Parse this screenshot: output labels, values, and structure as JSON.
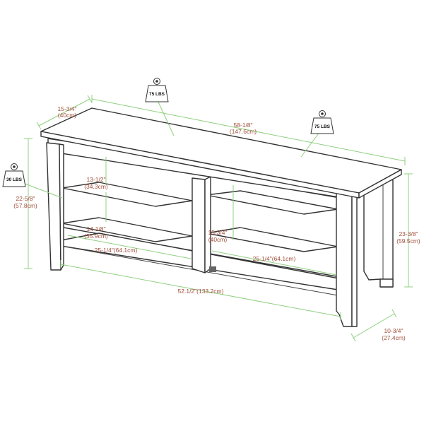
{
  "weights": {
    "top_left": "75 LBS",
    "top_right": "75 LBS",
    "shelf": "30 LBS"
  },
  "dimensions": {
    "top_depth": {
      "in": "15-3/4\"",
      "cm": "(40cm)"
    },
    "top_width": {
      "in": "58-1/8\"",
      "cm": "(147.6cm)"
    },
    "left_height": {
      "in": "22-5/8\"",
      "cm": "(57.8cm)"
    },
    "right_height": {
      "in": "23-3/8\"",
      "cm": "(59.5cm)"
    },
    "upper_opening": {
      "in": "13-1/2\"",
      "cm": "(34.3cm)"
    },
    "lower_opening": {
      "in": "14-1/8\"",
      "cm": "(35.9cm)"
    },
    "center_opening": {
      "in": "15-3/4\"",
      "cm": "(40cm)"
    },
    "left_shelf_width": "25-1/4\"(64.1cm)",
    "right_shelf_width": "25-1/4\"(64.1cm)",
    "base_width": "52.1/2\"(133.2cm)",
    "base_depth": {
      "in": "10-3/4\"",
      "cm": "(27.4cm)"
    }
  },
  "colors": {
    "dimension_line": "#8fd07f",
    "dimension_text": "#a0503c",
    "outline": "#333333"
  }
}
